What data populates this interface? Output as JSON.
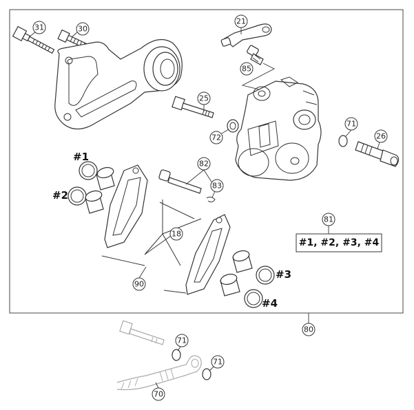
{
  "callouts": {
    "c31": "31",
    "c30": "30",
    "c21": "21",
    "c85": "85",
    "c25": "25",
    "c72": "72",
    "c71a": "71",
    "c26": "26",
    "c82": "82",
    "c83": "83",
    "c18": "18",
    "c81": "81",
    "c90": "90",
    "c80": "80",
    "c71b": "71",
    "c71c": "71",
    "c70": "70"
  },
  "labels": {
    "h1": "#1",
    "h2": "#2",
    "h3": "#3",
    "h4": "#4",
    "kit": "#1, #2, #3, #4"
  }
}
